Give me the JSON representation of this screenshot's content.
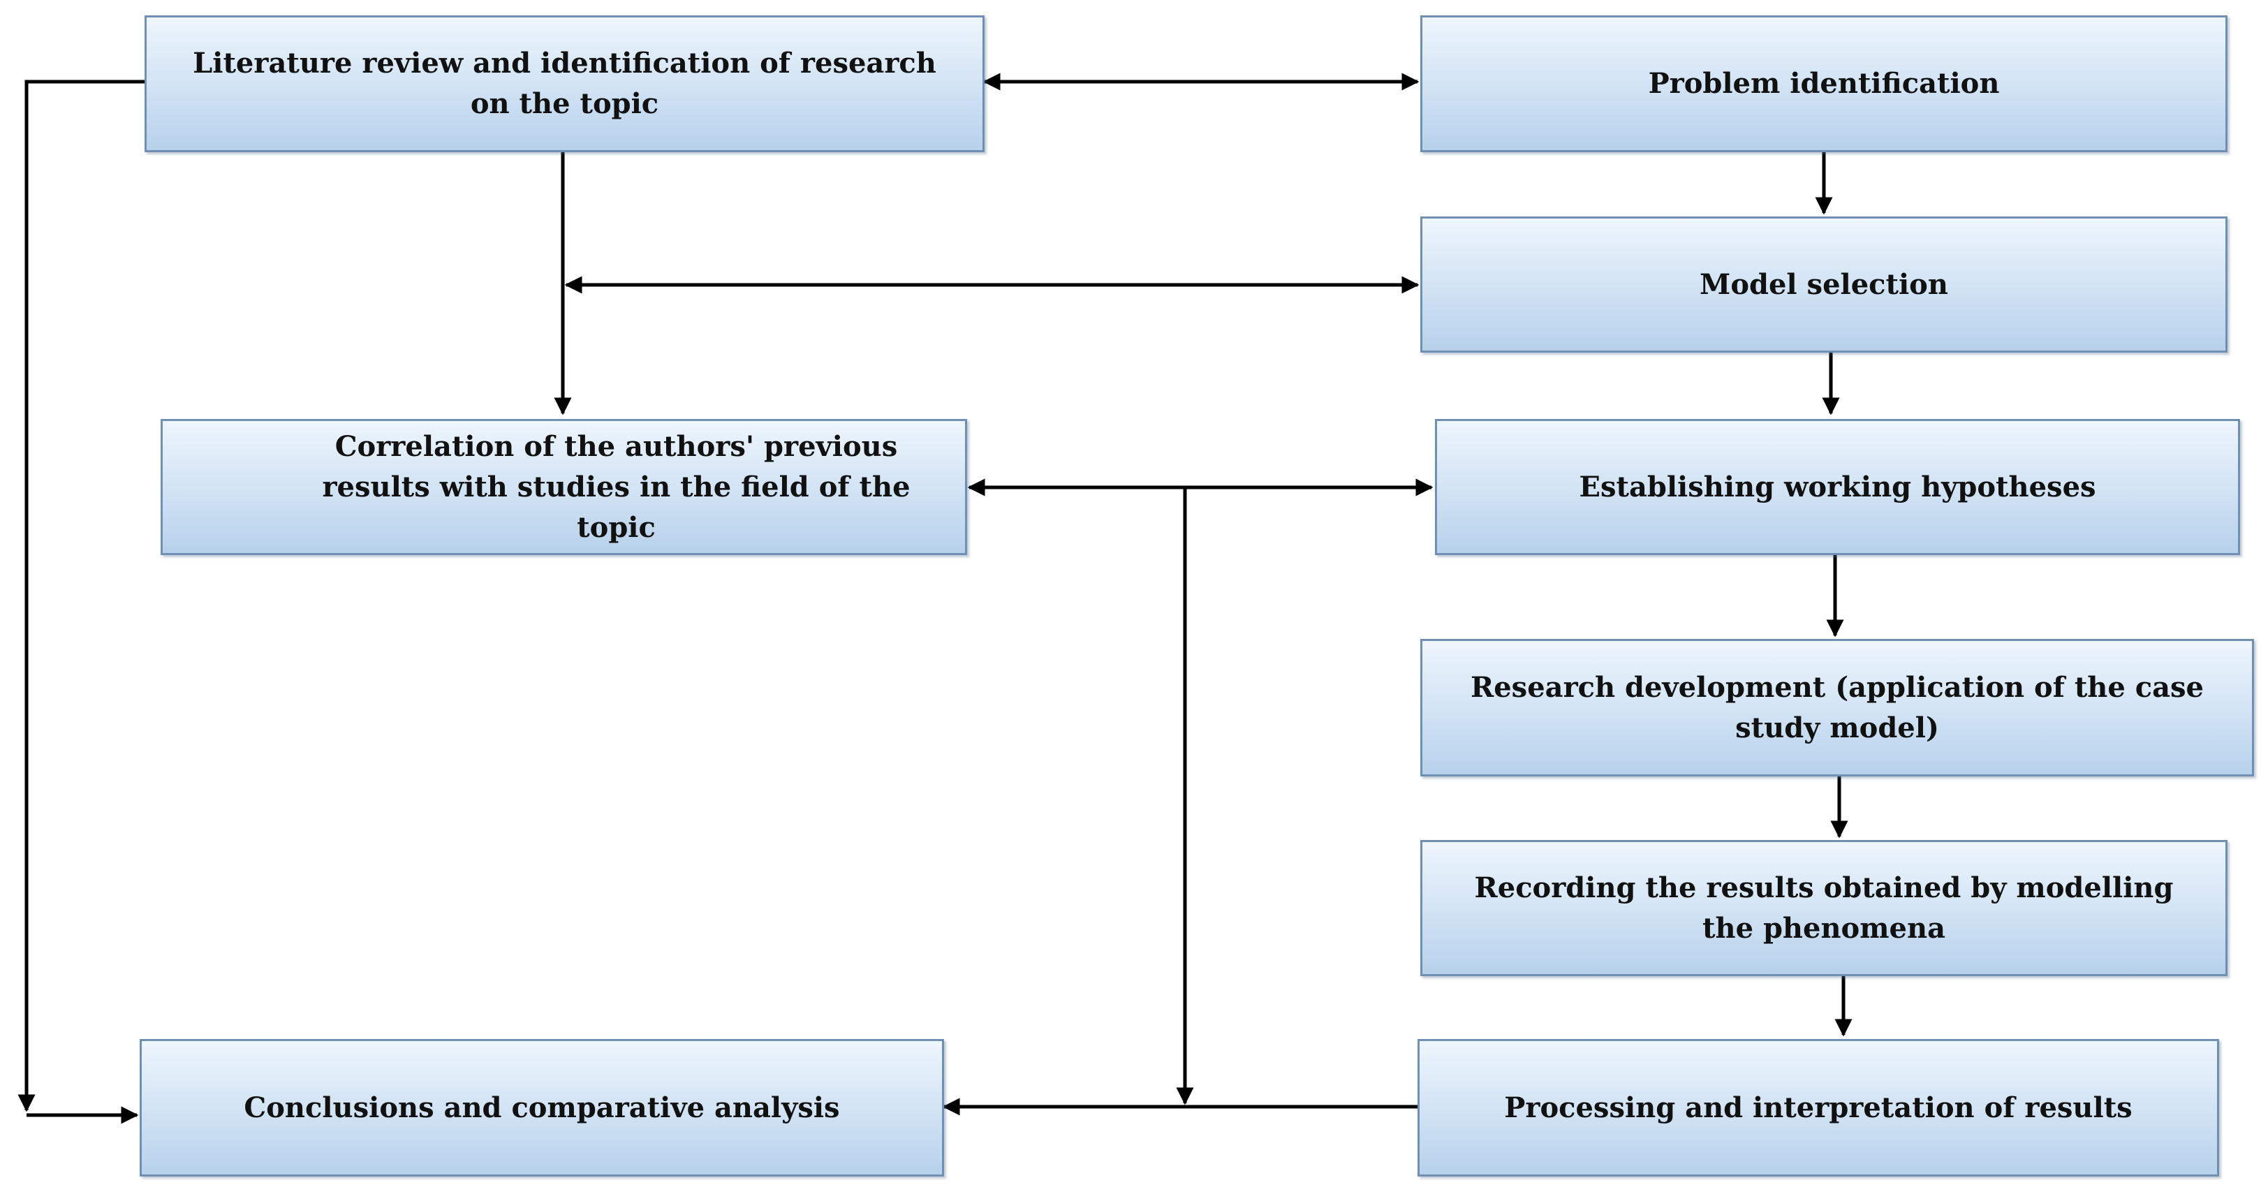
{
  "diagram": {
    "nodes": {
      "literature_review": "Literature review and identification  of research on the topic",
      "problem_identification": "Problem identification",
      "model_selection": "Model selection",
      "correlation": "Correlation of the authors' previous results with studies in the field of the topic",
      "working_hypotheses": "Establishing  working hypotheses",
      "research_development": "Research development (application  of the case study model)",
      "recording_results": "Recording the results obtained by modelling the phenomena",
      "conclusions": "Conclusions and comparative analysis",
      "processing_results": "Processing and interpretation  of results"
    },
    "edges": [
      {
        "from": "literature_review",
        "to": "problem_identification",
        "direction": "both"
      },
      {
        "from": "problem_identification",
        "to": "model_selection",
        "direction": "forward"
      },
      {
        "from": "literature_review",
        "to": "correlation",
        "direction": "forward"
      },
      {
        "from": "literature_review",
        "to": "model_selection",
        "direction": "both"
      },
      {
        "from": "model_selection",
        "to": "working_hypotheses",
        "direction": "forward"
      },
      {
        "from": "correlation",
        "to": "working_hypotheses",
        "direction": "both"
      },
      {
        "from": "working_hypotheses",
        "to": "research_development",
        "direction": "forward"
      },
      {
        "from": "research_development",
        "to": "recording_results",
        "direction": "forward"
      },
      {
        "from": "recording_results",
        "to": "processing_results",
        "direction": "forward"
      },
      {
        "from": "processing_results",
        "to": "conclusions",
        "direction": "forward"
      },
      {
        "from": "correlation",
        "to": "conclusions",
        "direction": "forward"
      },
      {
        "from": "literature_review",
        "to": "conclusions",
        "direction": "forward"
      }
    ]
  }
}
